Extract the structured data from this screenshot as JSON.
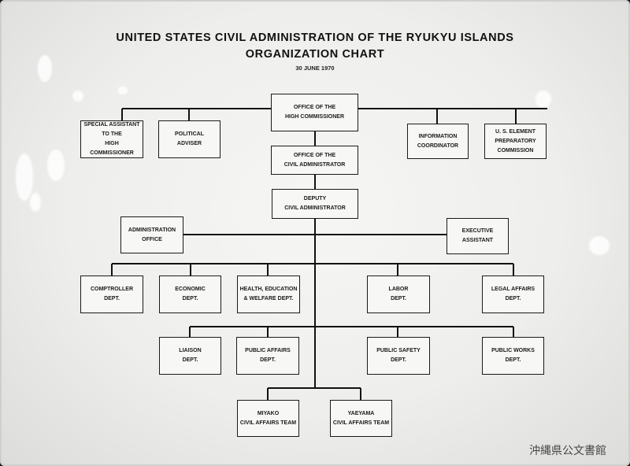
{
  "chart": {
    "title_line1": "UNITED STATES CIVIL ADMINISTRATION OF THE RYUKYU ISLANDS",
    "title_line2": "ORGANIZATION CHART",
    "date": "30 JUNE 1970"
  },
  "nodes": {
    "high_commissioner": "OFFICE OF THE\nHIGH COMMISSIONER",
    "special_assistant": "SPECIAL ASSISTANT\nTO THE\nHIGH COMMISSIONER",
    "political_adviser": "POLITICAL\nADVISER",
    "information_coordinator": "INFORMATION\nCOORDINATOR",
    "us_element": "U. S. ELEMENT\nPREPARATORY\nCOMMISSION",
    "civil_administrator": "OFFICE OF THE\nCIVIL ADMINISTRATOR",
    "deputy": "DEPUTY\nCIVIL ADMINISTRATOR",
    "administration_office": "ADMINISTRATION\nOFFICE",
    "executive_assistant": "EXECUTIVE\nASSISTANT",
    "comptroller": "COMPTROLLER\nDEPT.",
    "economic": "ECONOMIC\nDEPT.",
    "health": "HEALTH, EDUCATION\n& WELFARE DEPT.",
    "labor": "LABOR\nDEPT.",
    "legal": "LEGAL AFFAIRS\nDEPT.",
    "liaison": "LIAISON\nDEPT.",
    "public_affairs": "PUBLIC AFFAIRS\nDEPT.",
    "public_safety": "PUBLIC SAFETY\nDEPT.",
    "public_works": "PUBLIC WORKS\nDEPT.",
    "miyako": "MIYAKO\nCIVIL AFFAIRS TEAM",
    "yaeyama": "YAEYAMA\nCIVIL AFFAIRS TEAM"
  },
  "watermark": "沖縄県公文書館"
}
